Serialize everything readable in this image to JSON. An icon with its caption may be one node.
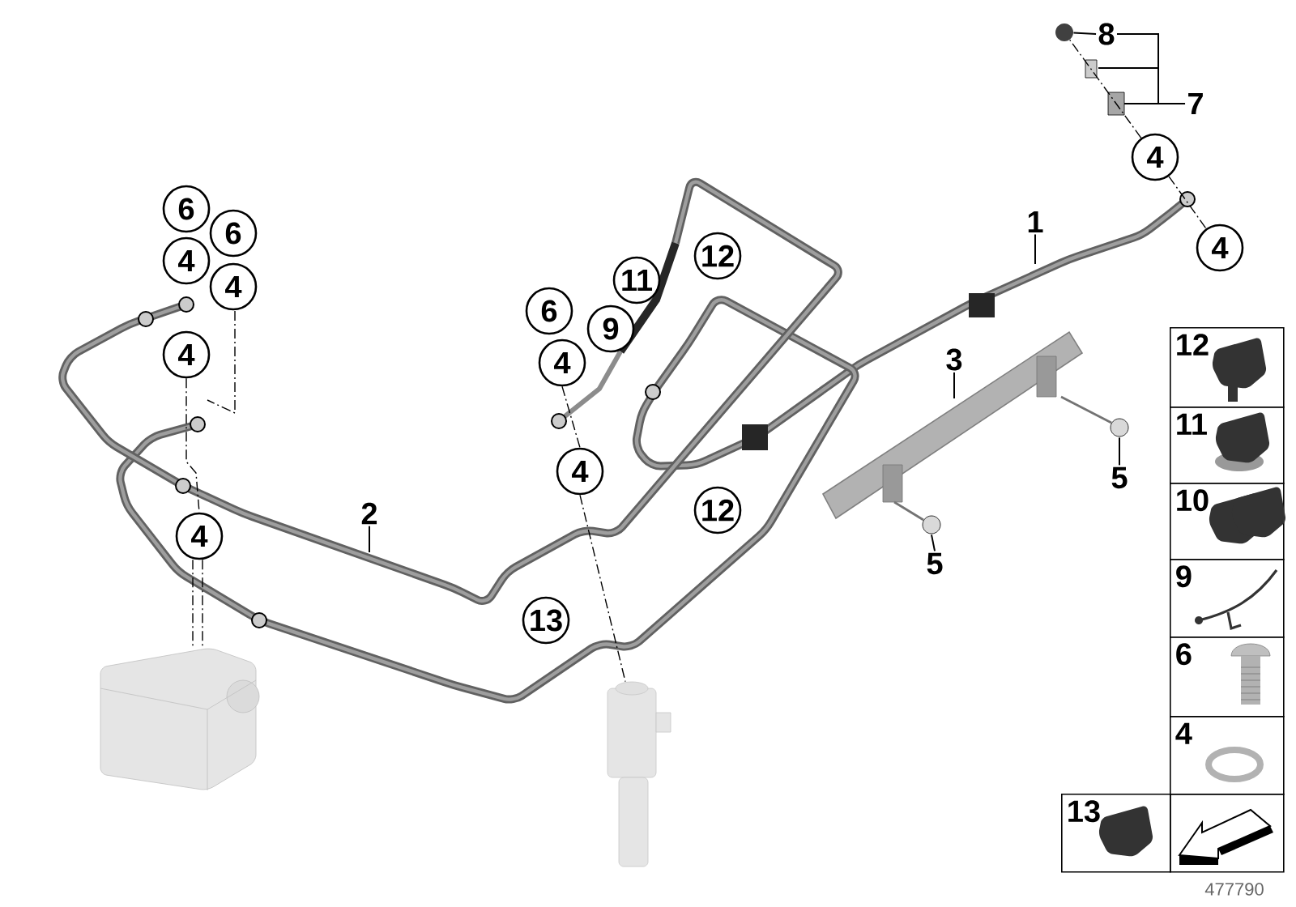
{
  "diagram": {
    "nodes": [
      {
        "text": [
          "8"
        ]
      },
      {
        "text": [
          "7"
        ]
      },
      {
        "text": [
          "4"
        ]
      },
      {
        "text": [
          "1"
        ]
      },
      {
        "text": [
          "4"
        ]
      },
      {
        "text": [
          "6"
        ]
      },
      {
        "text": [
          "6"
        ]
      },
      {
        "text": [
          "4"
        ]
      },
      {
        "text": [
          "4"
        ]
      },
      {
        "text": [
          "4"
        ]
      },
      {
        "text": [
          "11"
        ]
      },
      {
        "text": [
          "12"
        ]
      },
      {
        "text": [
          "6"
        ]
      },
      {
        "text": [
          "9"
        ]
      },
      {
        "text": [
          "4"
        ]
      },
      {
        "text": [
          "3"
        ]
      },
      {
        "text": [
          "2"
        ]
      },
      {
        "text": [
          "4"
        ]
      },
      {
        "text": [
          "12"
        ]
      },
      {
        "text": [
          "5"
        ]
      },
      {
        "text": [
          "4"
        ]
      },
      {
        "text": [
          "5"
        ]
      },
      {
        "text": [
          "13"
        ]
      },
      {
        "text": [
          "12"
        ]
      },
      {
        "text": [
          "11"
        ]
      },
      {
        "text": [
          "10"
        ]
      },
      {
        "text": [
          "9"
        ]
      },
      {
        "text": [
          "6"
        ]
      },
      {
        "text": [
          "4"
        ]
      },
      {
        "text": [
          "13"
        ]
      },
      {
        "text": [],
        "shape": "picture"
      },
      {
        "text": [],
        "shape": "circle"
      },
      {
        "text": [],
        "shape": "picture"
      },
      {
        "text": [],
        "shape": "picture"
      },
      {
        "text": [],
        "shape": "picture"
      },
      {
        "text": [],
        "shape": "picture"
      }
    ],
    "edges": [
      {
        "from": 0,
        "to": 31,
        "arrow": "none"
      },
      {
        "from": 1,
        "to": 0,
        "arrow": "none"
      },
      {
        "from": 3,
        "to": null,
        "arrow": "none"
      },
      {
        "from": 15,
        "to": null,
        "arrow": "none"
      },
      {
        "from": 16,
        "to": null,
        "arrow": "none"
      },
      {
        "from": 19,
        "to": 32,
        "arrow": "none"
      },
      {
        "from": 21,
        "to": 33,
        "arrow": "none"
      },
      {
        "from": 2,
        "to": 31,
        "arrow": "none",
        "style": "dashed"
      },
      {
        "from": 9,
        "to": 20,
        "arrow": "none",
        "style": "dashed"
      },
      {
        "from": 20,
        "to": 34,
        "arrow": "none",
        "style": "dashed"
      },
      {
        "from": 20,
        "to": 34,
        "arrow": "none",
        "style": "dashed"
      },
      {
        "from": 17,
        "to": 35,
        "arrow": "none",
        "style": "dashed"
      },
      {
        "from": 14,
        "to": 17,
        "arrow": "none",
        "style": "dashed"
      },
      {
        "from": 2,
        "to": 4,
        "arrow": "none",
        "style": "dashed"
      }
    ],
    "labels": [
      "477790"
    ]
  }
}
